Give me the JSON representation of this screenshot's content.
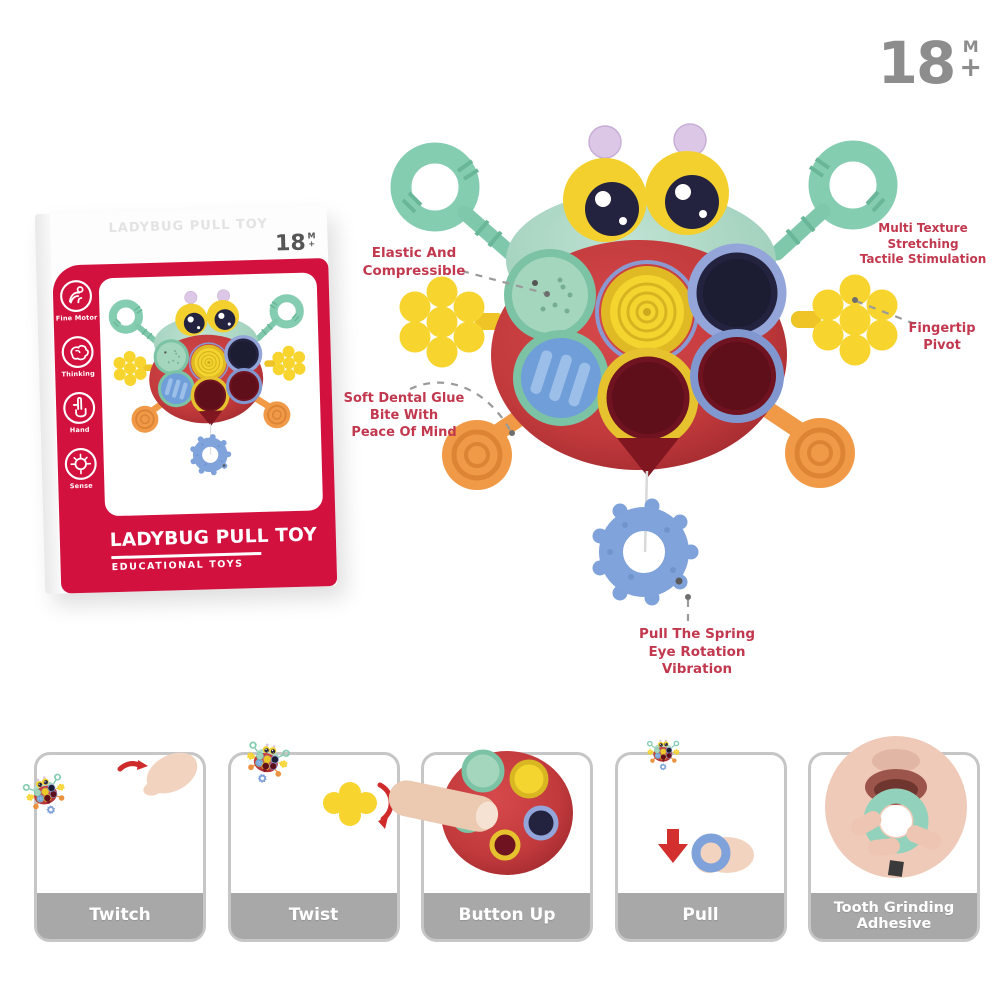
{
  "age_badge": {
    "number": "18",
    "month_letter": "M",
    "plus": "+"
  },
  "box": {
    "embossed_title": "LADYBUG PULL TOY",
    "age": {
      "number": "18",
      "month_letter": "M",
      "plus": "+"
    },
    "sidebar": {
      "items": [
        {
          "label": "Fine Motor"
        },
        {
          "label": "Thinking"
        },
        {
          "label": "Hand"
        },
        {
          "label": "Sense"
        }
      ]
    },
    "title": "LADYBUG PULL TOY",
    "subtitle": "EDUCATIONAL TOYS"
  },
  "callouts": [
    {
      "id": "elastic-compressible",
      "lines": [
        "Elastic And",
        "Compressible"
      ]
    },
    {
      "id": "multi-texture",
      "lines": [
        "Multi Texture",
        "Stretching",
        "Tactile Stimulation"
      ]
    },
    {
      "id": "fingertip-pivot",
      "lines": [
        "Fingertip",
        "Pivot"
      ]
    },
    {
      "id": "soft-dental-glue",
      "lines": [
        "Soft Dental Glue",
        "Bite With",
        "Peace Of Mind"
      ]
    },
    {
      "id": "pull-the-spring",
      "lines": [
        "Pull The Spring",
        "Eye Rotation",
        "Vibration"
      ]
    }
  ],
  "features": [
    {
      "id": "twitch",
      "lines": [
        "Twitch"
      ]
    },
    {
      "id": "twist",
      "lines": [
        "Twist"
      ]
    },
    {
      "id": "button-up",
      "lines": [
        "Button Up"
      ]
    },
    {
      "id": "pull",
      "lines": [
        "Pull"
      ]
    },
    {
      "id": "tooth-grinding-adhesive",
      "lines": [
        "Tooth Grinding",
        "Adhesive"
      ]
    }
  ],
  "colors": {
    "box_red": "#d3113f",
    "toy_body_red": "#c23a3c",
    "head_mint": "#a9d6c1",
    "teal_ring": "#85cdb1",
    "eye_yellow": "#f4d02f",
    "antenna_lavender": "#d9c5e2",
    "button_blue": "#6f9ed9",
    "hole_navy": "#23233f",
    "hole_maroon": "#701320",
    "foot_orange": "#f09a47",
    "honeycomb_yellow": "#f7d42e",
    "pull_ring_blue": "#7ea2d9",
    "callout_text": "#c2384e",
    "label_bar_gray": "#a8a8a8",
    "badge_gray": "#8d8d8d"
  }
}
